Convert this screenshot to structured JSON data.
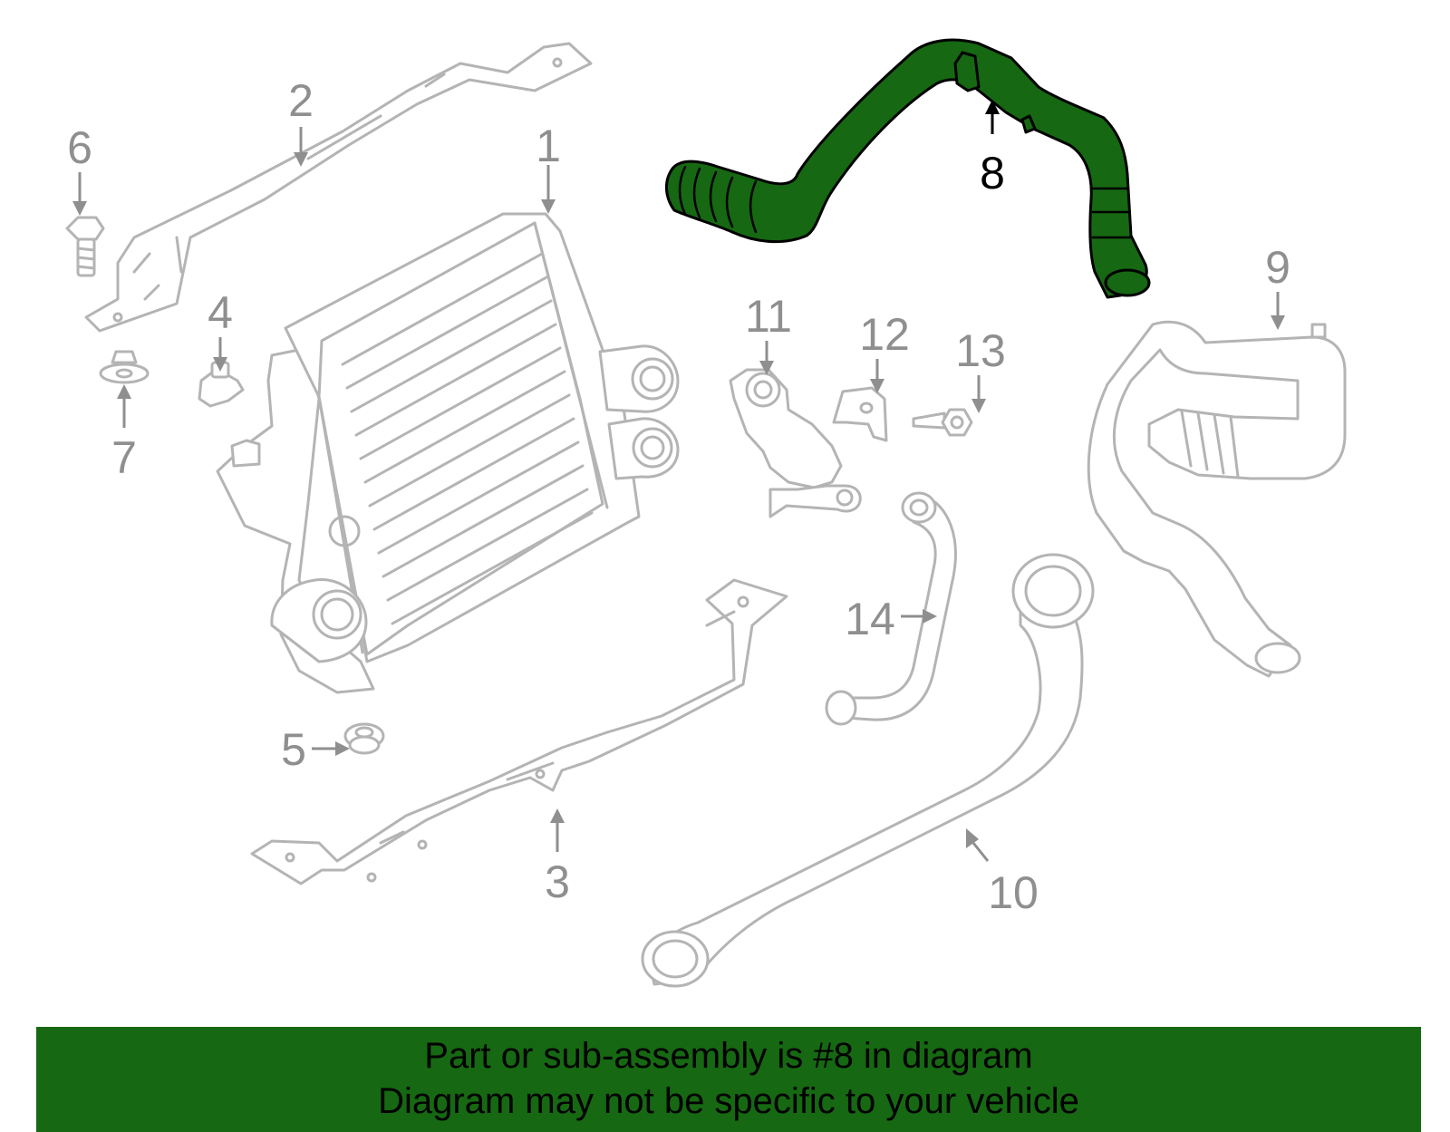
{
  "diagram": {
    "highlighted_part": "8",
    "callouts": [
      "1",
      "2",
      "3",
      "4",
      "5",
      "6",
      "7",
      "8",
      "9",
      "10",
      "11",
      "12",
      "13",
      "14"
    ]
  },
  "colors": {
    "highlight": "#166812",
    "line_art": "#b4b4b4",
    "callout_text": "#8f8f8f",
    "active_text": "#000000"
  },
  "banner": {
    "line1": "Part or sub-assembly is #8 in diagram",
    "line2": "Diagram may not be specific to your vehicle"
  }
}
